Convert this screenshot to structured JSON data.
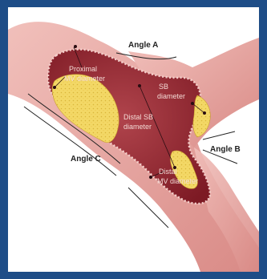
{
  "diagram": {
    "angle_labels": {
      "a": "Angle A",
      "b": "Angle B",
      "c": "Angle C"
    },
    "callouts": {
      "proximal_line1": "Proximal",
      "proximal_line2": "MV diameter",
      "sb_line1": "SB",
      "sb_line2": "diameter",
      "distal_sb_line1": "Distal SB",
      "distal_sb_line2": "diameter",
      "distal_mv_line1": "Distal",
      "distal_mv_line2": "MV diameter"
    },
    "colors": {
      "frame": "#1e4d87",
      "vessel_wall": "#e8a7a2",
      "lumen": "#9c2a33",
      "plaque": "#f2d25a",
      "leader": "#2a0d12"
    }
  }
}
